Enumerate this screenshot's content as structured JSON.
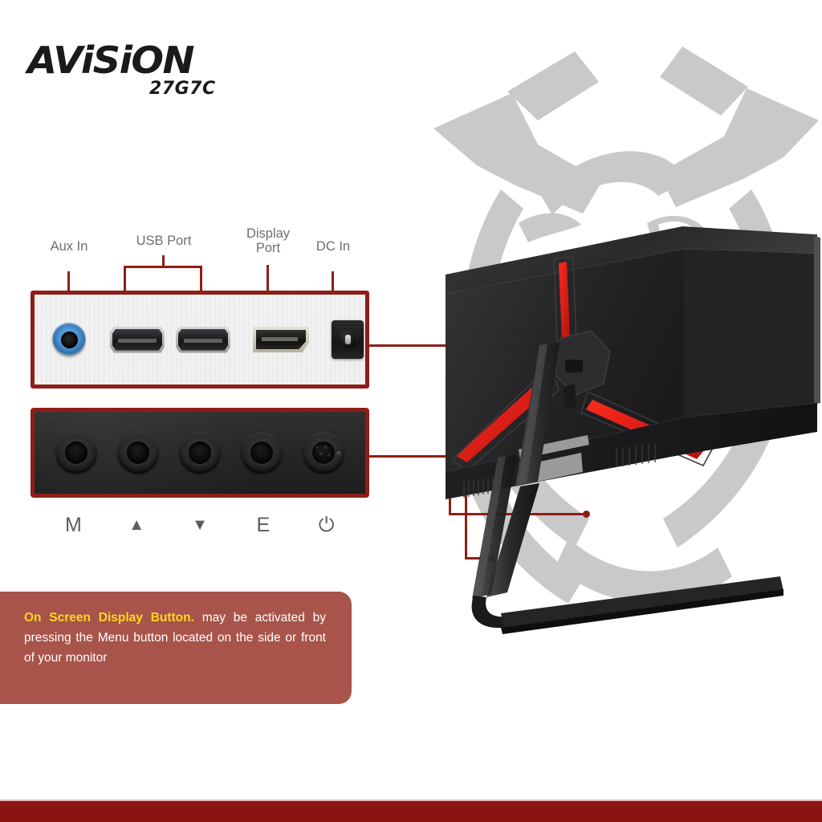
{
  "brand": {
    "name": "AViSiON",
    "model": "27G7C"
  },
  "colors": {
    "accent_red": "#8e1e16",
    "bottom_bar": "#8b1410",
    "caption_bg": "#a8544a",
    "caption_highlight": "#ffd61e",
    "label_gray": "#6e6e6e",
    "monitor_accent": "#e01b1b"
  },
  "port_panel": {
    "labels": [
      {
        "id": "aux-in",
        "text": "Aux In",
        "marker": "tick"
      },
      {
        "id": "usb-port",
        "text": "USB Port",
        "marker": "bracket"
      },
      {
        "id": "display-port",
        "text": "Display\nPort",
        "marker": "tick"
      },
      {
        "id": "dc-in",
        "text": "DC In",
        "marker": "tick"
      }
    ],
    "ports": [
      {
        "id": "aux-jack",
        "icon": "audio-jack-icon"
      },
      {
        "id": "hdmi-1",
        "icon": "hdmi-port-icon"
      },
      {
        "id": "hdmi-2",
        "icon": "hdmi-port-icon"
      },
      {
        "id": "display-port",
        "icon": "displayport-icon"
      },
      {
        "id": "dc-in",
        "icon": "dc-barrel-jack-icon"
      }
    ]
  },
  "button_panel": {
    "buttons": [
      {
        "id": "menu",
        "label": "M",
        "icon": "menu-button-icon"
      },
      {
        "id": "up",
        "label": "▲",
        "icon": "arrow-up-icon"
      },
      {
        "id": "down",
        "label": "▼",
        "icon": "arrow-down-icon"
      },
      {
        "id": "exit",
        "label": "E",
        "icon": "exit-button-icon"
      },
      {
        "id": "power",
        "label": "⏻",
        "icon": "power-icon"
      }
    ],
    "led_indicator": "power-led-icon"
  },
  "caption": {
    "highlight": "On Screen Display Button.",
    "body": " may be activated by pressing the Menu button located on the side or front of your monitor"
  },
  "monitor": {
    "view": "rear-three-quarter",
    "name": "monitor-rear-illustration"
  },
  "watermark": {
    "name": "bull-head-watermark"
  }
}
